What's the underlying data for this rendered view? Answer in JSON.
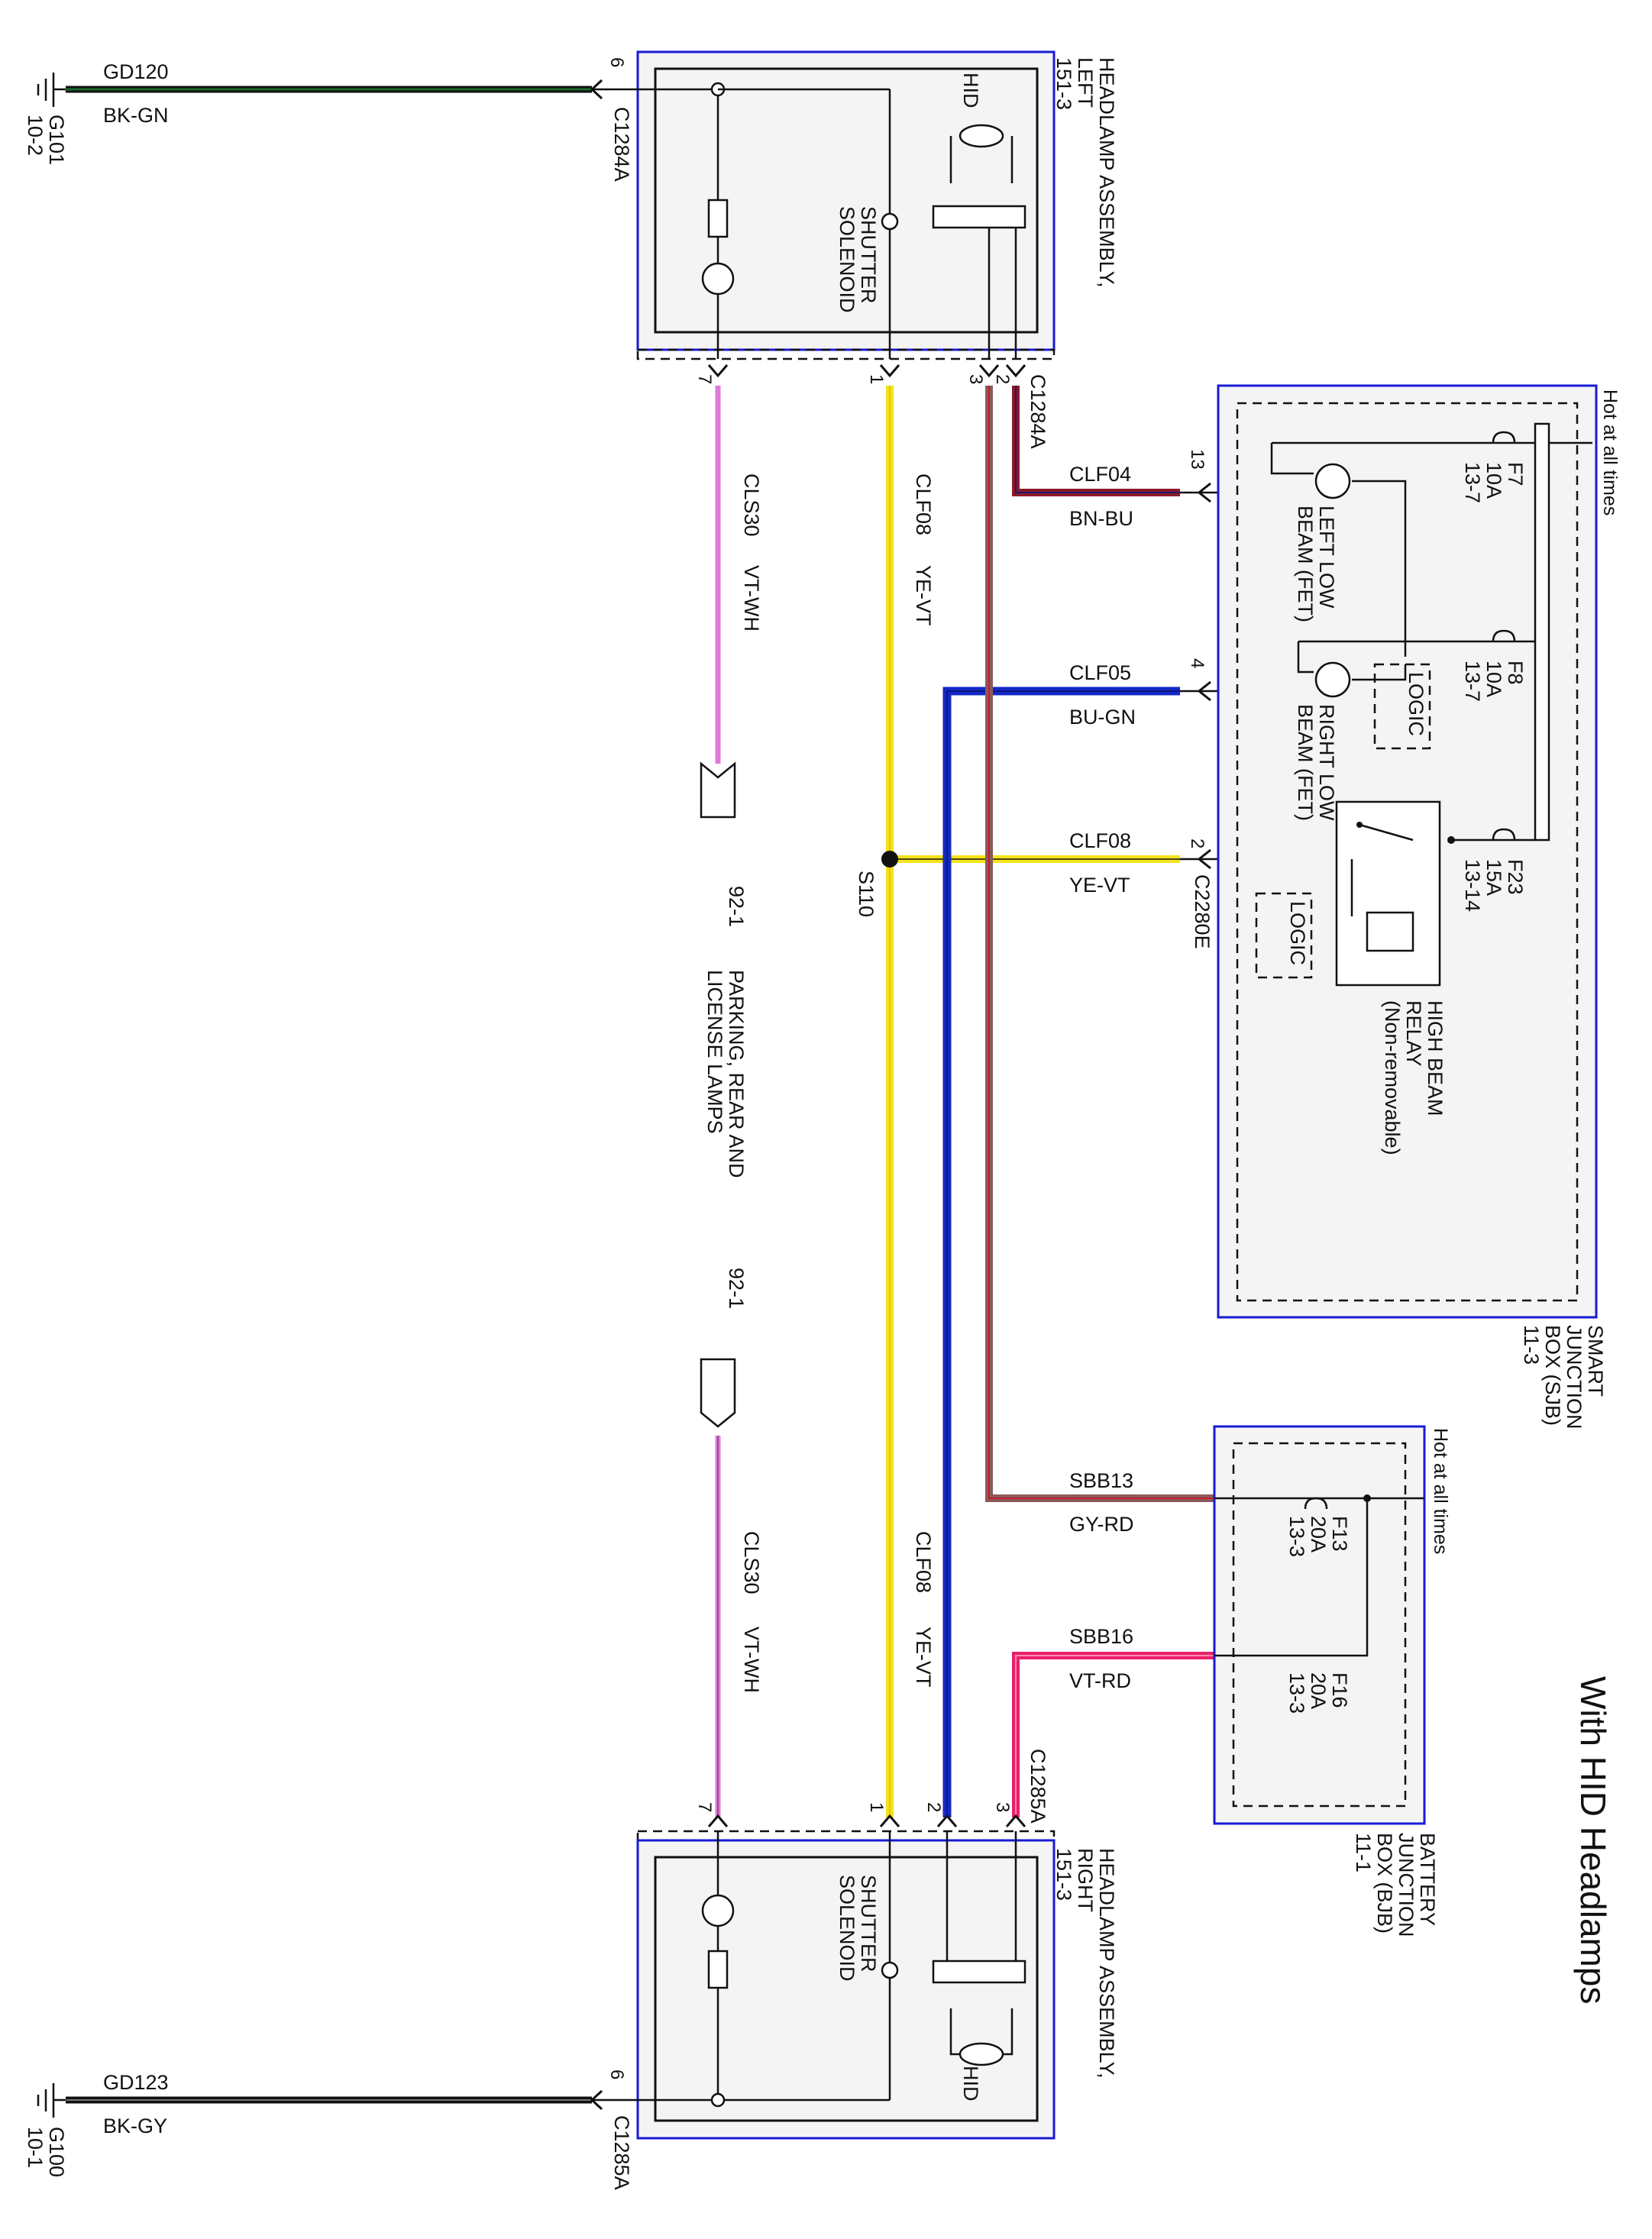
{
  "title": "With HID Headlamps",
  "components": {
    "headlamp_left": {
      "name_lines": [
        "HEADLAMP ASSEMBLY,",
        "LEFT",
        "151-3"
      ],
      "hid": "HID",
      "solenoid_lines": [
        "SHUTTER",
        "SOLENOID"
      ],
      "connector": "C1284A",
      "connector_top": "C1284A"
    },
    "headlamp_right": {
      "name_lines": [
        "HEADLAMP ASSEMBLY,",
        "RIGHT",
        "151-3"
      ],
      "hid": "HID",
      "solenoid_lines": [
        "SHUTTER",
        "SOLENOID"
      ],
      "connector": "C1285A",
      "connector_top": "C1285A"
    },
    "sjb": {
      "name_lines": [
        "SMART",
        "JUNCTION",
        "BOX (SJB)",
        "11-3"
      ],
      "hot": "Hot at all times",
      "connector": "C2280E",
      "f7": [
        "F7",
        "10A",
        "13-7"
      ],
      "f8": [
        "F8",
        "10A",
        "13-7"
      ],
      "f23": [
        "F23",
        "15A",
        "13-14"
      ],
      "left_low": [
        "LEFT LOW",
        "BEAM (FET)"
      ],
      "right_low": [
        "RIGHT LOW",
        "BEAM (FET)"
      ],
      "relay": [
        "HIGH BEAM",
        "RELAY",
        "(Non-removable)"
      ],
      "logic": "LOGIC"
    },
    "bjb": {
      "name_lines": [
        "BATTERY",
        "JUNCTION",
        "BOX (BJB)",
        "11-1"
      ],
      "hot": "Hot at all times",
      "f13": [
        "F13",
        "20A",
        "13-3"
      ],
      "f16": [
        "F16",
        "20A",
        "13-3"
      ]
    },
    "ground_left": {
      "name": "G101",
      "ref": "10-2"
    },
    "ground_right": {
      "name": "G100",
      "ref": "10-1"
    },
    "parking": {
      "ref": "92-1",
      "ref2": "92-1",
      "name_lines": [
        "PARKING, REAR AND",
        "LICENSE LAMPS"
      ]
    },
    "splice": "S110"
  },
  "pins": {
    "p6": "6",
    "p7": "7",
    "p1": "1",
    "p3": "3",
    "p2": "2",
    "p13": "13",
    "p4": "4",
    "p2b": "2",
    "rp7": "7",
    "rp1": "1",
    "rp2": "2",
    "rp3": "3",
    "rp6": "6"
  },
  "wires": {
    "gd120": {
      "circuit": "GD120",
      "color": "BK-GN"
    },
    "gd123": {
      "circuit": "GD123",
      "color": "BK-GY"
    },
    "clf04": {
      "circuit": "CLF04",
      "color": "BN-BU"
    },
    "clf05": {
      "circuit": "CLF05",
      "color": "BU-GN"
    },
    "clf08": {
      "circuit": "CLF08",
      "color": "YE-VT"
    },
    "clf08_l": {
      "circuit": "CLF08",
      "color": "YE-VT"
    },
    "clf08_r": {
      "circuit": "CLF08",
      "color": "YE-VT"
    },
    "cls30_l": {
      "circuit": "CLS30",
      "color": "VT-WH"
    },
    "cls30_r": {
      "circuit": "CLS30",
      "color": "VT-WH"
    },
    "sbb13": {
      "circuit": "SBB13",
      "color": "GY-RD"
    },
    "sbb16": {
      "circuit": "SBB16",
      "color": "VT-RD"
    }
  },
  "colors": {
    "box_border": "#1a1ad6",
    "yellow": "#f5e21a",
    "blue": "#1428c8",
    "violet": "#e07ad8",
    "brown_red": "#8b1a2a",
    "gray_red": "#8a5a5a",
    "pink_red": "#e8206a",
    "black_green": "#1c6a2c"
  }
}
